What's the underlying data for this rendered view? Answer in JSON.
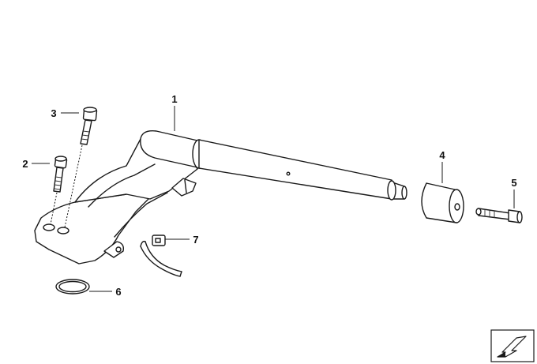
{
  "callouts": [
    {
      "id": "1",
      "label": "1"
    },
    {
      "id": "2",
      "label": "2"
    },
    {
      "id": "3",
      "label": "3"
    },
    {
      "id": "4",
      "label": "4"
    },
    {
      "id": "5",
      "label": "5"
    },
    {
      "id": "6",
      "label": "6"
    },
    {
      "id": "7",
      "label": "7"
    }
  ],
  "parts": [
    {
      "callout": "1",
      "icon": "handlebar-tube-icon"
    },
    {
      "callout": "2",
      "icon": "short-socket-screw-icon"
    },
    {
      "callout": "3",
      "icon": "long-socket-screw-icon"
    },
    {
      "callout": "4",
      "icon": "bar-end-weight-icon"
    },
    {
      "callout": "5",
      "icon": "end-screw-icon"
    },
    {
      "callout": "6",
      "icon": "o-ring-icon"
    },
    {
      "callout": "7",
      "icon": "cable-clip-icon"
    }
  ],
  "nav_icon": "arrow-navigation-icon",
  "colors": {
    "line": "#1a1a1a",
    "background": "#ffffff"
  }
}
